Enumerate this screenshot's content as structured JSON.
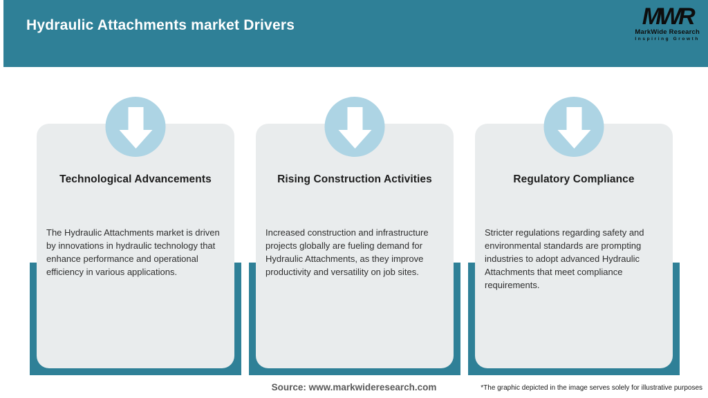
{
  "header": {
    "title": "Hydraulic Attachments market Drivers",
    "logo": {
      "mark": "MWR",
      "name": "MarkWide Research",
      "tagline": "Inspiring Growth"
    }
  },
  "cards": [
    {
      "icon": "down-arrow-icon",
      "title": "Technological Advancements",
      "description": "The Hydraulic Attachments market is driven by innovations in hydraulic technology that enhance performance and operational efficiency in various applications."
    },
    {
      "icon": "down-arrow-icon",
      "title": "Rising Construction Activities",
      "description": "Increased construction and infrastructure projects globally are fueling demand for Hydraulic Attachments, as they improve productivity and versatility on job sites."
    },
    {
      "icon": "down-arrow-icon",
      "title": "Regulatory Compliance",
      "description": "Stricter regulations regarding safety and environmental standards are prompting industries to adopt advanced Hydraulic Attachments that meet compliance requirements."
    }
  ],
  "footer": {
    "source": "Source: www.markwideresearch.com",
    "disclaimer": "*The graphic depicted in the image serves solely for illustrative purposes"
  },
  "colors": {
    "header_teal": "#2F8097",
    "frame_teal": "#2F8097",
    "card_background": "#E9ECED",
    "circle_blue": "#ADD4E4",
    "arrow": "#FFFFFF",
    "title_text": "#1C1C1C",
    "body_text": "#2E2E2E",
    "source_text": "#595959"
  }
}
